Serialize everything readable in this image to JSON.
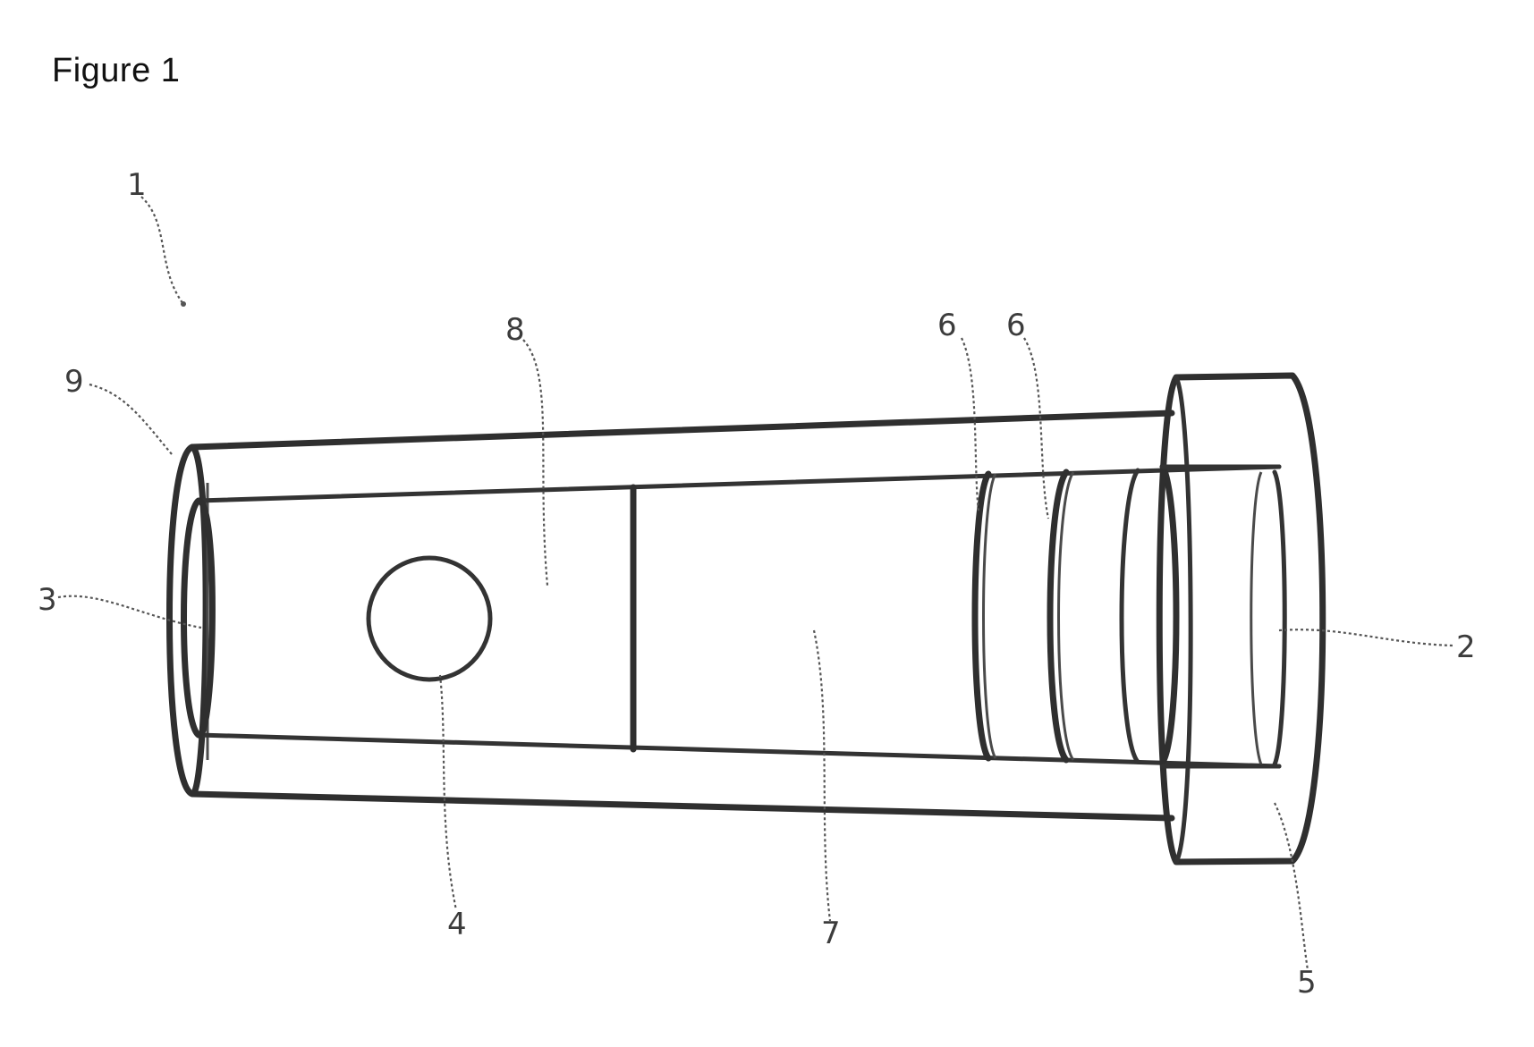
{
  "figure": {
    "title": "Figure 1"
  },
  "labels": {
    "l1": "1",
    "l2": "2",
    "l3": "3",
    "l4": "4",
    "l5": "5",
    "l6a": "6",
    "l6b": "6",
    "l7": "7",
    "l8": "8",
    "l9": "9"
  },
  "colors": {
    "line": "#333333",
    "shading": "#bdbdbd",
    "background": "#ffffff"
  }
}
